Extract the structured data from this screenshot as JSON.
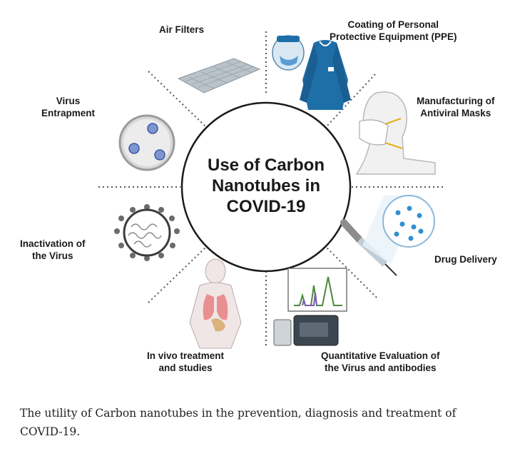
{
  "diagram": {
    "center_title": "Use of Carbon\nNanotubes in\nCOVID-19",
    "labels": {
      "air_filters": "Air Filters",
      "ppe": "Coating of Personal\nProtective Equipment (PPE)",
      "virus_entrapment": "Virus\nEntrapment",
      "antiviral_masks": "Manufacturing of\nAntiviral Masks",
      "inactivation": "Inactivation of\nthe Virus",
      "drug_delivery": "Drug Delivery",
      "in_vivo": "In vivo treatment\nand studies",
      "quantitative": "Quantitative Evaluation of\nthe Virus and antibodies"
    },
    "icons": [
      "air-filter-mesh-icon",
      "ppe-gown-icon",
      "virus-trap-icon",
      "antiviral-mask-icon",
      "inactivated-virus-icon",
      "syringe-icon",
      "human-lungs-icon",
      "spectrometer-icon"
    ],
    "colors": {
      "ink": "#1a1a1a",
      "ppe_blue": "#1e6fa8",
      "virus_blue": "#5a79c4",
      "drug_blue": "#2f8fd0"
    }
  },
  "caption": "The utility of Carbon nanotubes in the prevention, diagnosis and treatment of COVID-19."
}
